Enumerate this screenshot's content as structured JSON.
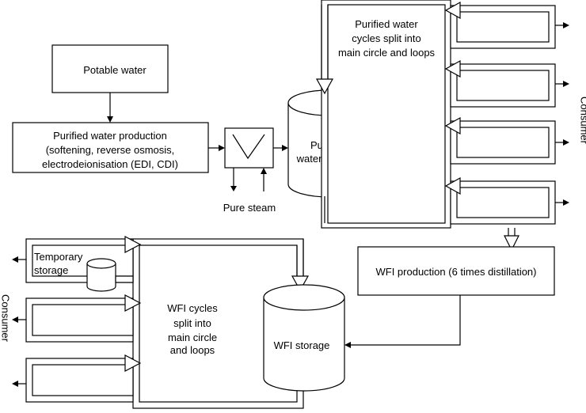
{
  "nodes": {
    "potable_water": "Potable water",
    "pw_production": [
      "Purified water production",
      "(softening, reverse osmosis,",
      "electrodeionisation (EDI, CDI)"
    ],
    "pure_steam": "Pure steam",
    "pw_storage": [
      "Purified",
      "water storage"
    ],
    "pw_cycles": [
      "Purified water",
      "cycles split into",
      "main circle and loops"
    ],
    "consumer_right": "Consumer",
    "wfi_production": "WFI production (6 times distillation)",
    "wfi_storage": "WFI storage",
    "wfi_cycles": [
      "WFI cycles",
      "split into",
      "main circle",
      "and loops"
    ],
    "temporary_storage": [
      "Temporary",
      "storage"
    ],
    "consumer_left": "Consumer"
  }
}
